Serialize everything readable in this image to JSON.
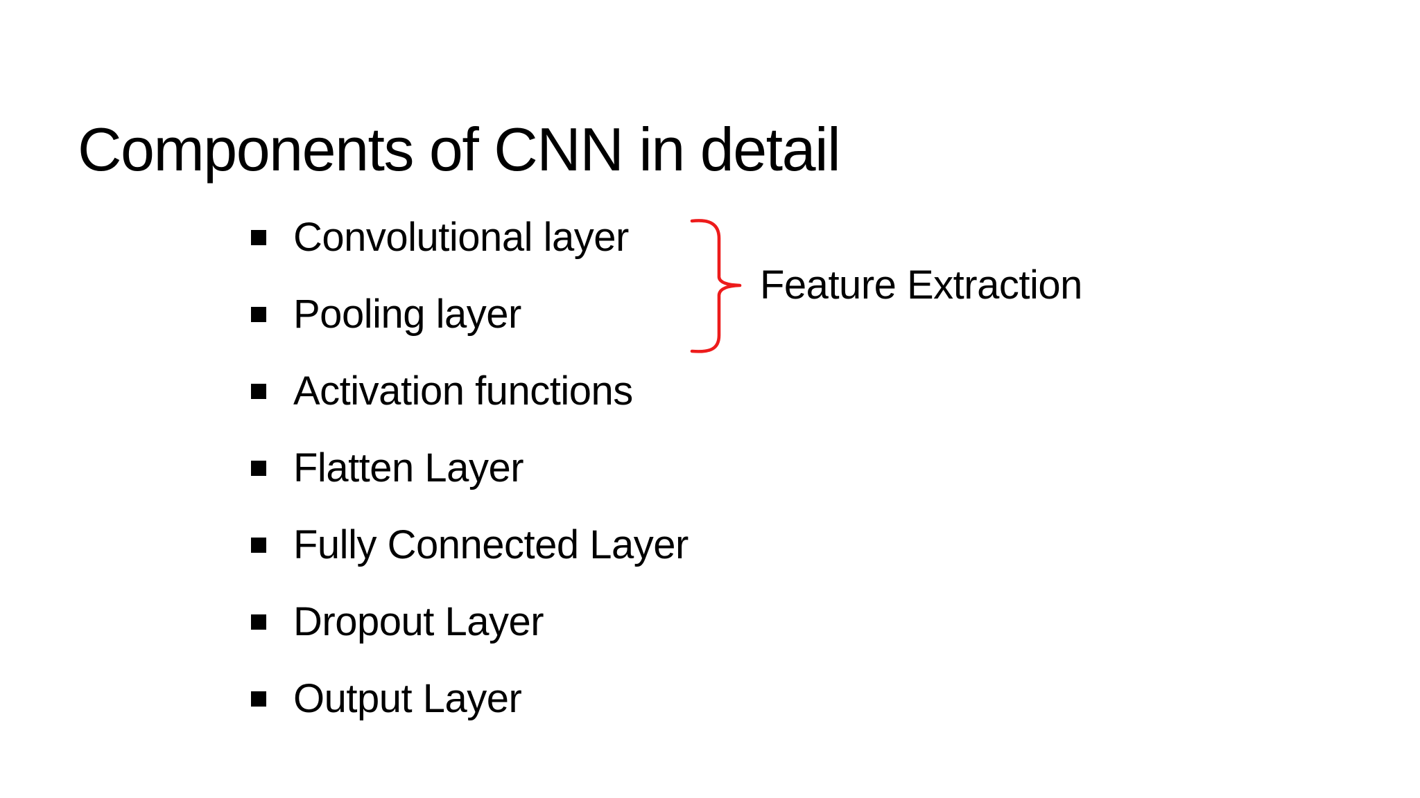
{
  "slide": {
    "title": "Components of CNN in detail",
    "bullets": [
      "Convolutional layer",
      "Pooling layer",
      "Activation functions",
      "Flatten Layer",
      "Fully Connected Layer",
      "Dropout Layer",
      "Output Layer"
    ],
    "annotation": {
      "label": "Feature Extraction",
      "groups_items": [
        "Convolutional layer",
        "Pooling layer"
      ],
      "brace_color": "#ed1b1b"
    },
    "colors": {
      "background": "#ffffff",
      "text": "#000000",
      "accent_red": "#ed1b1b"
    }
  }
}
